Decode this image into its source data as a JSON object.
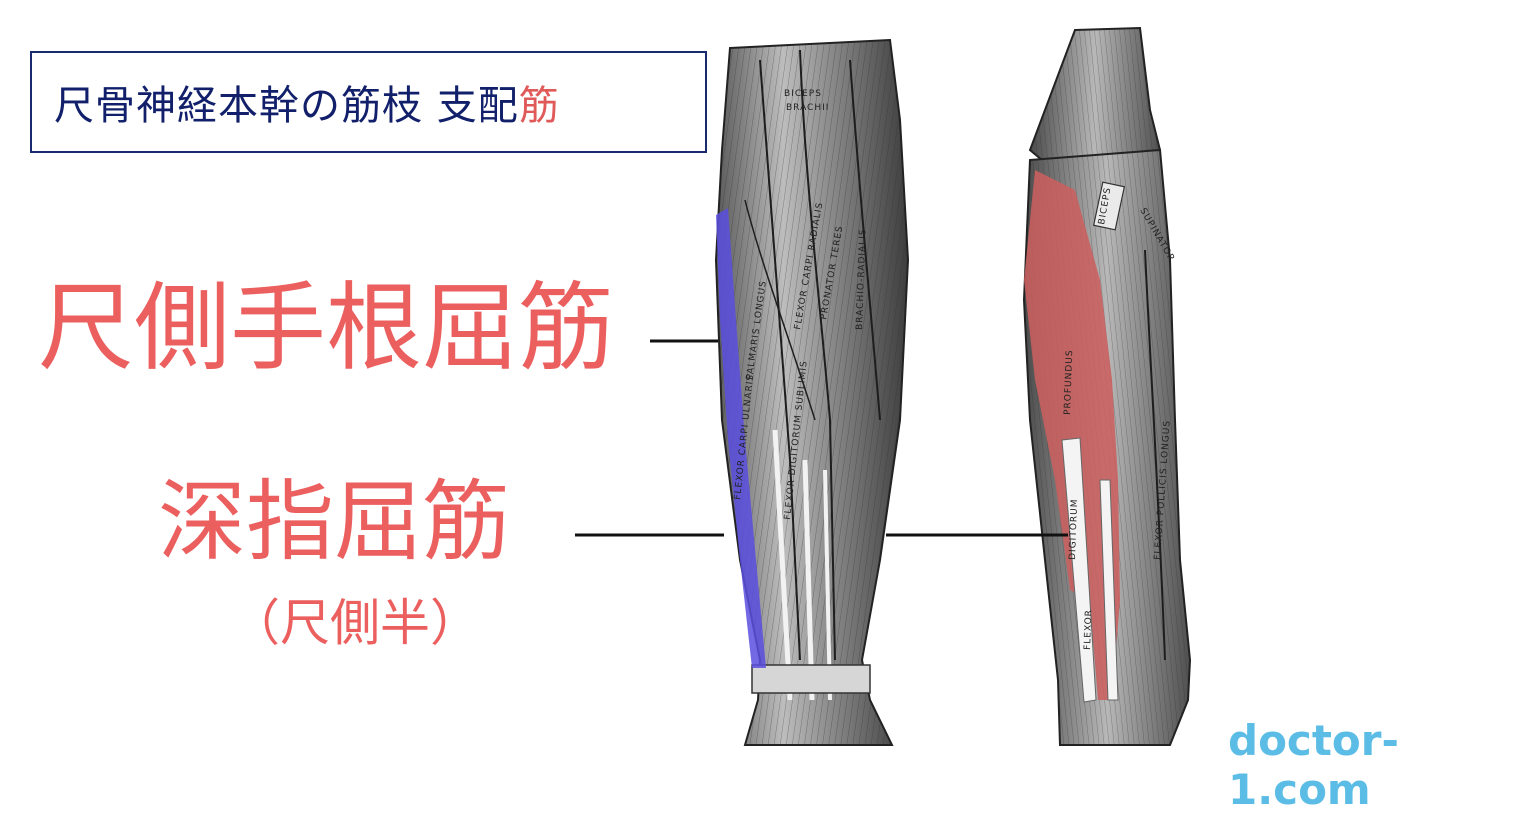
{
  "title": {
    "main": "尺骨神経本幹の筋枝 支配",
    "accent": "筋"
  },
  "labels": {
    "flexor_carpi_ulnaris": "尺側手根屈筋",
    "flexor_digitorum_profundus": "深指屈筋",
    "flexor_digitorum_profundus_sub": "（尺側半）"
  },
  "illustration_text": {
    "biceps_brachii": [
      "BICEPS",
      "BRACHII"
    ],
    "brachio_radialis": "BRACHIO-RADIALIS",
    "flexor_carpi_radialis": "FLEXOR CARPI RADIALIS",
    "pronator_teres": "PRONATOR TERES",
    "palmaris_longus": "PALMARIS LONGUS",
    "flexor_digitorum_sublimis": "FLEXOR DIGITORUM SUBLIMIS",
    "flexor_carpi_ulnaris": "FLEXOR CARPI ULNARIS",
    "profundus": "PROFUNDUS",
    "digitorum": "DIGITORUM",
    "flexor": "FLEXOR",
    "biceps": "BICEPS",
    "supinator": "SUPINATOR",
    "flexor_pollicis_longus": "FLEXOR POLLICIS LONGUS"
  },
  "watermark": "doctor-1.com",
  "colors": {
    "title_border": "#1a2a6e",
    "title_text": "#12206b",
    "label": "#ec5f5f",
    "highlight_fcu": "#5a4fe0",
    "highlight_fdp": "#c9605e",
    "watermark": "#5bbde6"
  }
}
